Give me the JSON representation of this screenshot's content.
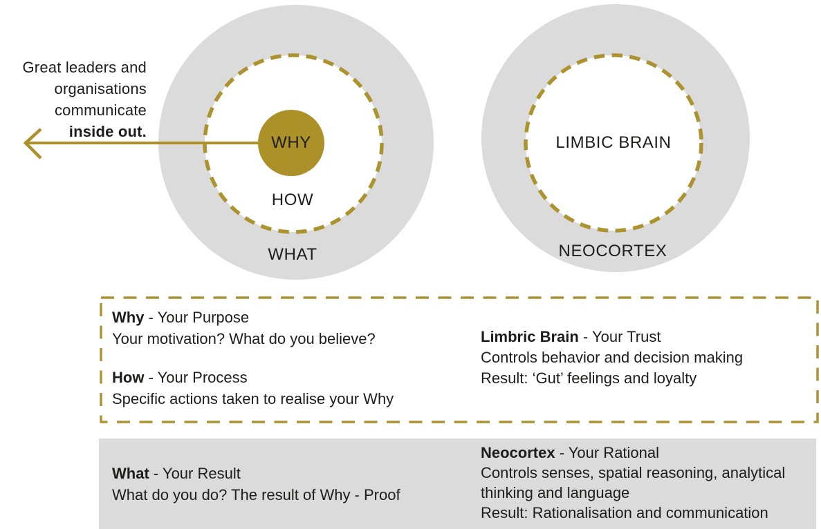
{
  "colors": {
    "gold": "#ab9128",
    "gold_dashed": "#ad9330",
    "light_gray": "#dbdbdb",
    "text": "#1d1d1b",
    "background": "#ffffff"
  },
  "intro": {
    "line1": "Great leaders and",
    "line2": "organisations",
    "line3": "communicate",
    "line4": "inside out."
  },
  "golden_circle": {
    "why": "WHY",
    "how": "HOW",
    "what": "WHAT"
  },
  "brain_circle": {
    "inner": "LIMBIC BRAIN",
    "outer": "NEOCORTEX"
  },
  "definitions_box": {
    "why_term": "Why",
    "why_rest": " - Your Purpose",
    "why_desc": "Your motivation? What do you believe?",
    "how_term": "How",
    "how_rest": " - Your Process",
    "how_desc": "Specific actions taken to realise your Why",
    "limbic_term": "Limbric Brain",
    "limbic_rest": " - Your Trust",
    "limbic_desc_line1": "Controls behavior and decision making",
    "limbic_desc_line2": "Result: ‘Gut’ feelings and loyalty"
  },
  "results_box": {
    "what_term": "What",
    "what_rest": " - Your Result",
    "what_desc": "What do you do? The result of Why - Proof",
    "neo_term": "Neocortex",
    "neo_rest": " - Your Rational",
    "neo_desc_line1": "Controls senses, spatial reasoning, analytical",
    "neo_desc_line2": "thinking and language",
    "neo_desc_line3": "Result: Rationalisation and communication"
  }
}
